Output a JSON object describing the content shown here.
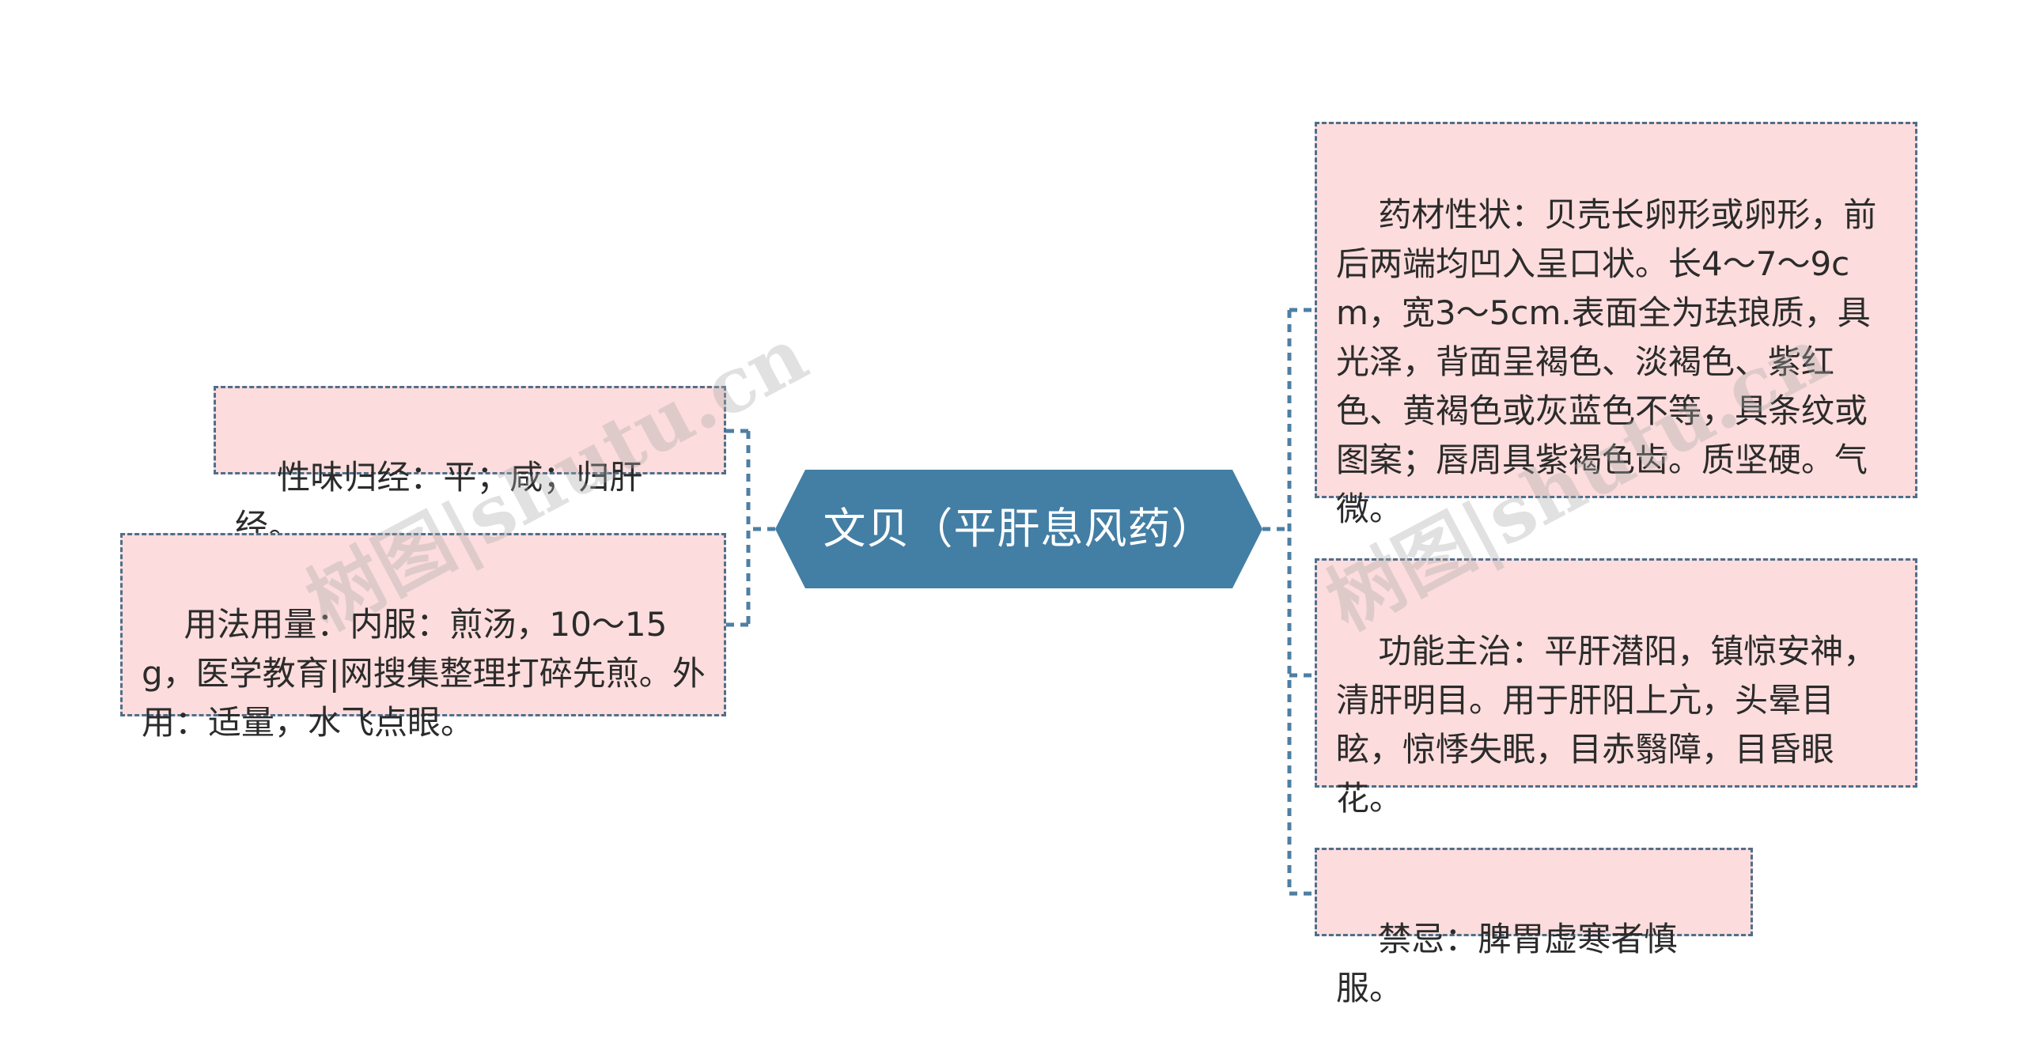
{
  "center": {
    "label": "文贝（平肝息风药）",
    "color": "#437ea4"
  },
  "left_nodes": [
    {
      "id": "xingwei",
      "text": "性味归经：平；咸；归肝经。"
    },
    {
      "id": "yongfa",
      "text": "用法用量：内服：煎汤，10～15g，医学教育|网搜集整理打碎先煎。外用：适量，水飞点眼。"
    }
  ],
  "right_nodes": [
    {
      "id": "yaocai",
      "text": "药材性状：贝壳长卵形或卵形，前后两端均凹入呈口状。长4～7～9cm，宽3～5cm.表面全为珐琅质，具光泽，背面呈褐色、淡褐色、紫红色、黄褐色或灰蓝色不等，具条纹或图案；唇周具紫褐色齿。质坚硬。气微。"
    },
    {
      "id": "gongneng",
      "text": "功能主治：平肝潜阳，镇惊安神，清肝明目。用于肝阳上亢，头晕目眩，惊悸失眠，目赤翳障，目昏眼花。"
    },
    {
      "id": "jinji",
      "text": "禁忌：脾胃虚寒者慎服。"
    }
  ],
  "watermarks": [
    "树图|shutu.cn",
    "树图|shutu.cn"
  ],
  "colors": {
    "node_fill": "#fcdcdc",
    "node_border": "#4e6f8c",
    "connector": "#4e7fa3"
  }
}
